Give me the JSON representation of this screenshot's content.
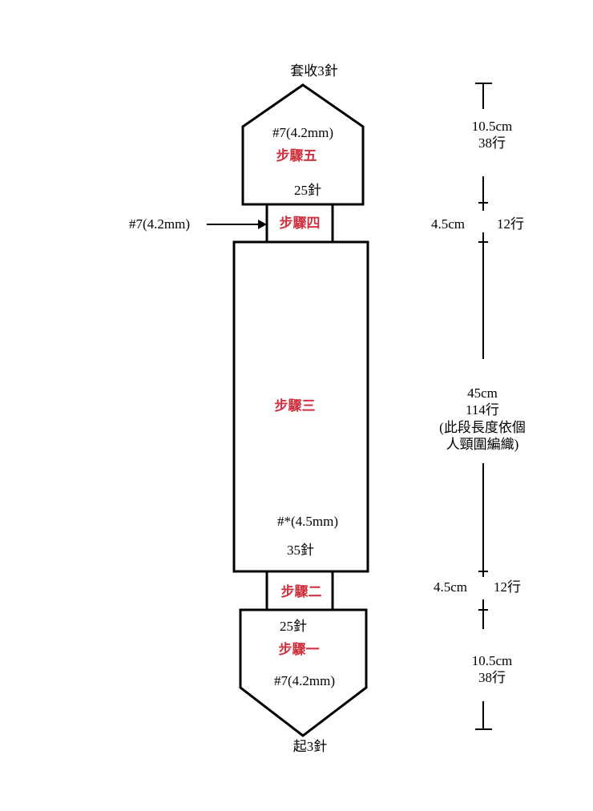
{
  "colors": {
    "line": "#000000",
    "step_text": "#d0313f",
    "background": "#ffffff"
  },
  "top": {
    "bind_off": "套收3針"
  },
  "step5": {
    "needle": "#7(4.2mm)",
    "name": "步驟五",
    "stitches": "25針"
  },
  "step4": {
    "needle_pointer": "#7(4.2mm)",
    "name": "步驟四"
  },
  "step3": {
    "name": "步驟三",
    "needle": "#*(4.5mm)",
    "stitches": "35針"
  },
  "step2": {
    "name": "步驟二"
  },
  "step1": {
    "stitches": "25針",
    "name": "步驟一",
    "needle": "#7(4.2mm)"
  },
  "bottom": {
    "cast_on": "起3針"
  },
  "measures": {
    "seg_top": {
      "length": "10.5cm",
      "rows": "38行"
    },
    "seg_step4": {
      "length": "4.5cm",
      "rows": "12行"
    },
    "seg_step3": {
      "length": "45cm",
      "rows": "114行",
      "note_line1": "(此段長度依個",
      "note_line2": "人頸圍編織)"
    },
    "seg_step2": {
      "length": "4.5cm",
      "rows": "12行"
    },
    "seg_bottom": {
      "length": "10.5cm",
      "rows": "38行"
    }
  }
}
